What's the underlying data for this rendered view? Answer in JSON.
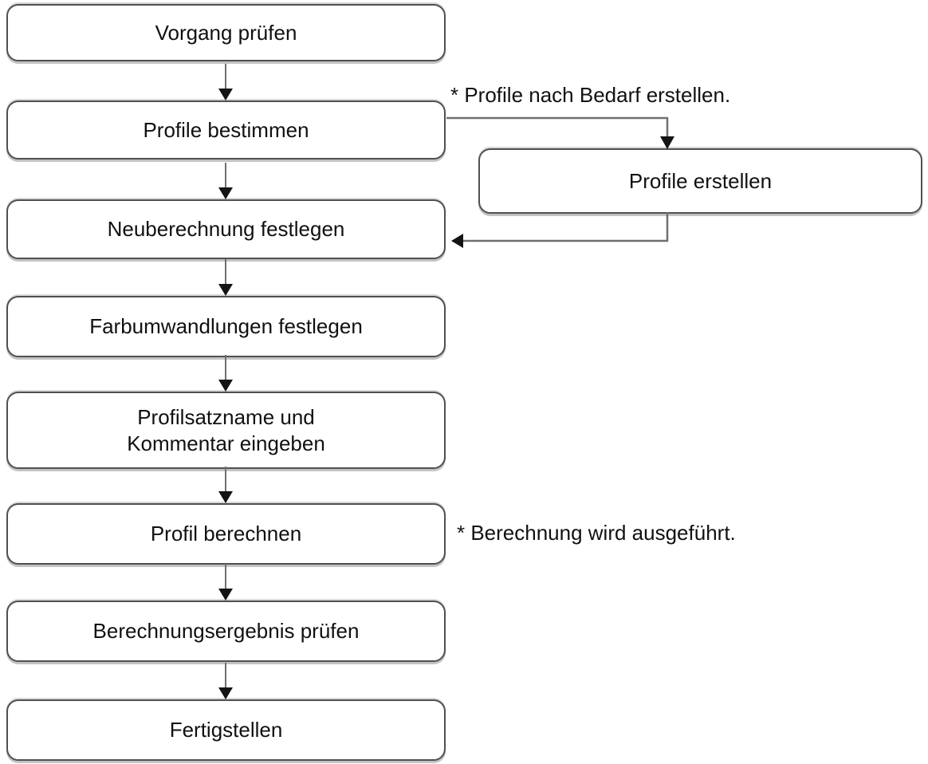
{
  "colors": {
    "page-bg": "#ffffff",
    "box-bg": "#ffffff",
    "box-border": "#505052",
    "box-shadow": "#c3c3c3",
    "connector-line": "#707070",
    "arrowhead": "#141414",
    "text": "#111111"
  },
  "flow": {
    "boxes": [
      {
        "label": "Vorgang prüfen"
      },
      {
        "label": "Profile bestimmen"
      },
      {
        "label": "Neuberechnung festlegen"
      },
      {
        "label": "Farbumwandlungen festlegen"
      },
      {
        "label": "Profilsatzname und\nKommentar eingeben"
      },
      {
        "label": "Profil berechnen"
      },
      {
        "label": "Berechnungsergebnis prüfen"
      },
      {
        "label": "Fertigstellen"
      }
    ],
    "side_box": {
      "label": "Profile erstellen"
    },
    "annotations": {
      "create_profiles_note": "* Profile nach Bedarf erstellen.",
      "calculation_note": "* Berechnung wird ausgeführt."
    }
  }
}
